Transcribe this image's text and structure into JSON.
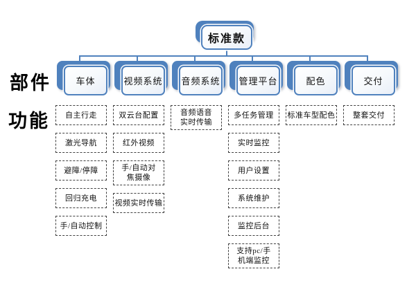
{
  "root": {
    "label": "标准款"
  },
  "row_labels": {
    "parts": "部件",
    "functions": "功能"
  },
  "columns": [
    {
      "category": "车体",
      "functions": [
        "自主行走",
        "激光导航",
        "避障/停障",
        "回归充电",
        "手/自动控制"
      ]
    },
    {
      "category": "视频系统",
      "functions": [
        "双云台配置",
        "红外视频",
        "手/自动对\n焦摄像",
        "视频实时传输"
      ]
    },
    {
      "category": "音频系统",
      "functions": [
        "音频语音\n实时传输"
      ]
    },
    {
      "category": "管理平台",
      "functions": [
        "多任务管理",
        "实时监控",
        "用户设置",
        "系统维护",
        "监控后台",
        "支持pc/手\n机端监控"
      ]
    },
    {
      "category": "配色",
      "functions": [
        "标准车型配色"
      ]
    },
    {
      "category": "交付",
      "functions": [
        "整套交付"
      ]
    }
  ],
  "colors": {
    "accent_blue": "#4f81bd",
    "card_face": "#f3f7fc",
    "dashed_border": "#3f3f3f",
    "connector": "#4f81bd",
    "text": "#111111",
    "background": "#ffffff"
  }
}
